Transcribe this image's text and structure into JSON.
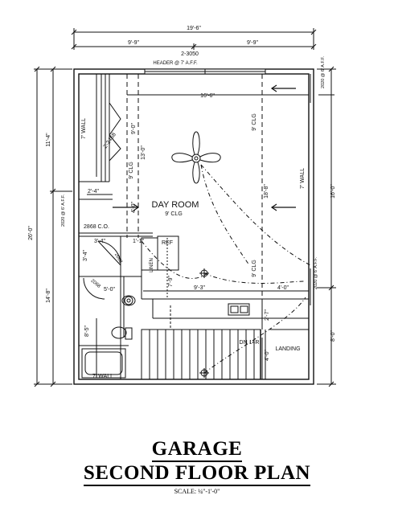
{
  "drawing": {
    "title_line1": "GARAGE",
    "title_line2": "SECOND FLOOR PLAN",
    "scale": "SCALE: ¼\"-1'-0\""
  },
  "dimensions": {
    "overall_width": "19'-6\"",
    "left_half": "9'-9\"",
    "right_half": "9'-9\"",
    "window_top": "2-3050",
    "header_note": "HEADER @ 7' A.F.F.",
    "inner_width": "16'-6\"",
    "overall_depth": "26'-0\"",
    "upper_depth": "11'-4\"",
    "lower_depth": "14'-8\"",
    "right_upper": "16'-0\"",
    "right_lower": "8'-0\"",
    "right_window": "2020 @ 6' A.F.F.",
    "left_window": "2020 @ 6' A.F.F.",
    "right_window_mid": "2020 @ 6' A.F.F.",
    "bath_width": "8'-5\"",
    "closet_width": "2'-4\"",
    "closet_sep": "3'-4\"",
    "bath_upper": "3'-4\"",
    "room_depth_a": "13'-0\"",
    "room_depth_b": "18'-8\"",
    "room_depth_c": "4'-0\"",
    "clg_dim": "9'-0\"",
    "kitchen_dim": "9'-3\"",
    "right_4": "4'-0\"",
    "stair_a": "2'-7\"",
    "stair_b": "4'-0\"",
    "small_5": "5'-0\"",
    "small_11": "1'-1\"",
    "vert_79": "7'-9\""
  },
  "labels": {
    "room": "DAY ROOM",
    "room_clg": "9' CLG",
    "clg_a": "9' CLG",
    "clg_b": "9' CLG",
    "clg_c": "9' CLG",
    "wall_left": "7' WALL",
    "wall_right": "7' WALL",
    "wall_tub": "7' WALL",
    "closet_door": "2-2468",
    "co": "2868 C.O.",
    "ref": "REF",
    "linen": "LINEN",
    "bath_door": "2068",
    "bath_door2": "2068",
    "dn": "DN 14R",
    "landing": "LANDING"
  }
}
